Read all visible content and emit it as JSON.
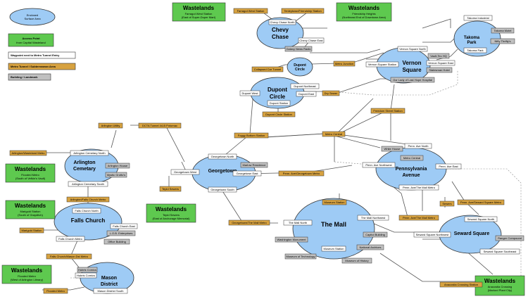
{
  "legend": {
    "enclosed": "Enclosed Surface Area",
    "access1": "Access Point",
    "access2": "from Capital Wasteland",
    "waypoint": "Waypoint next to Metro Tunnel Entry",
    "tunnel": "Metro Tunnel / Subterranean Area",
    "building": "Building / Landmark"
  },
  "colors": {
    "area": "#9ecbf5",
    "access": "#5ec94f",
    "tunnel": "#d7a240",
    "building": "#c0c0c0",
    "waypoint": "#ffffff",
    "edge": "#555555"
  },
  "areas": {
    "chevy_chase": [
      "Chevy",
      "Chase"
    ],
    "dupont_circle": [
      "Dupont",
      "Circle"
    ],
    "vernon_square": [
      "Vernon",
      "Square"
    ],
    "takoma_park": [
      "Takoma",
      "Park"
    ],
    "arlington_cemetary": [
      "Arlington",
      "Cemetary"
    ],
    "georgetown": [
      "Georgetown"
    ],
    "pennsylvania_avenue": [
      "Pennsylvania",
      "Avenue"
    ],
    "falls_church": [
      "Falls Church"
    ],
    "the_mall": [
      "The Mall"
    ],
    "seward_square": [
      "Seward Square"
    ],
    "mason_district": [
      "Mason",
      "District"
    ],
    "dupont_plaza": [
      "Dupont",
      "Circle"
    ]
  },
  "wastelands": [
    {
      "title": "Wastelands",
      "l1": "Farragut West Station",
      "l2": "(East of Super-Duper Mart)"
    },
    {
      "title": "Wastelands",
      "l1": "Friendship Heights",
      "l2": "(Northeast End of Downtown Area)"
    },
    {
      "title": "Wastelands",
      "l1": "Flooded Metro",
      "l2": "(South of Vefkin's Vault)"
    },
    {
      "title": "Wastelands",
      "l1": "Marigold Station",
      "l2": "(South of Grayditch)"
    },
    {
      "title": "Wastelands",
      "l1": "Tepid Sewers",
      "l2": "(East of Anchorage Memorial)"
    },
    {
      "title": "Wastelands",
      "l1": "Flooded Metro",
      "l2": "(West of Arlington Library)"
    },
    {
      "title": "Wastelands",
      "l1": "Anacostia Crossing",
      "l2": "(Marlord Plant City)"
    }
  ],
  "tunnels": {
    "farragut": "Farragut West Station",
    "tenleytown": "Tenleytown/Friendship Station",
    "collapsed": "Collapsed Car Tunnel",
    "metro_junction": "Metro Junction",
    "dry_sewer": "Dry Sewer",
    "dupont_station": "Dupont Circle Station",
    "freedom": "Freedom Street Station",
    "foggy": "Foggy Bottom Station",
    "metro_central": "Metro Central",
    "arl_utility": "Arlington Utility",
    "dcta": "DCTA Tunnel 44-B Potomac",
    "arl_wasteland": "Arlington/Wasteland Metro",
    "tepid": "Tepid Sewers",
    "penn_georgetown": "Penn. Ave/Georgetown Metro",
    "arl_falls": "Arlington/Falls Church Metro",
    "museum": "Museum Station",
    "marigold": "Marigold Station",
    "georgetown_mall": "Georgetown/The Mall Metro",
    "penn_mall": "Penn. Ave/The Mall Metro",
    "penn_seward": "Penn. Ave/Seward Square Metro",
    "sewers": "Sewers",
    "falls_mason": "Falls Church/Mason Dst Metro",
    "anacostia": "Anacostia Crossing Station",
    "flooded": "Flooded Metro"
  },
  "waypoints": {
    "chevy_north": "Chevy Chase North",
    "chevy_east": "Chevy Chase East",
    "vernon_north": "Vernon Square North",
    "vernon_station": "Vernon Square Station",
    "vernon_east": "Vernon Square East",
    "takoma_industrial": "Takoma Industrial",
    "takoma_park": "Takoma Park",
    "dupont_northeast": "Dupont Northeast",
    "dupont_west": "Dupont West",
    "dupont_east": "Dupont East",
    "dupont_station": "Dupont Station",
    "arl_north": "Arlington Cemetary North",
    "arl_south": "Arlington Cemetary South",
    "georgetown_north": "Georgetown North",
    "georgetown_west": "Georgetown West",
    "georgetown_east": "Georgetown East",
    "georgetown_south": "Georgetown South",
    "penn_north": "Penn. Ave North",
    "penn_northwest": "Penn. Ave Northwest",
    "penn_east": "Penn. Ave East",
    "penn_mall": "Penn. Ave/The Mall Metro",
    "falls_north": "Falls Church North",
    "falls_east": "Falls Church East",
    "falls_metro": "Falls Church Metro",
    "mall_north": "The Mall North",
    "mall_northwest": "The Mall Northwest",
    "museum_station": "Museum Station",
    "seward_north": "Seward Square North",
    "seward_northwest": "Seward Square Northwest",
    "seward_southeast": "Seward Square Southeast",
    "hubris": "Hubris Comics",
    "mason_south": "Mason District South"
  },
  "buildings": {
    "galaxy": "Galaxy News Radio",
    "dupont_label": "Dupont Circle",
    "takoma_motel": "Takoma Motel",
    "nifty": "Nifty Thrifty's",
    "radio_tec": "Vault-Tec HQ",
    "statesman": "Statesman Hotel",
    "our_lady": "Our Lady of Last Hope Hospital",
    "white_house": "White House",
    "metro_central": "Metro Central",
    "arl_house": "Arlington House",
    "mystic": "Mystic Grotto's",
    "marlow": "Marlow Residence",
    "lod": "L.O.B. Enterprises",
    "office": "Office Building",
    "washington": "Washington Monument",
    "tech": "Museum of Technology",
    "history": "Museum of History",
    "capitol": "Capitol Building",
    "archives": "National Archives",
    "ranger": "Ranger Compound",
    "hubris": "Hubris Comics"
  }
}
